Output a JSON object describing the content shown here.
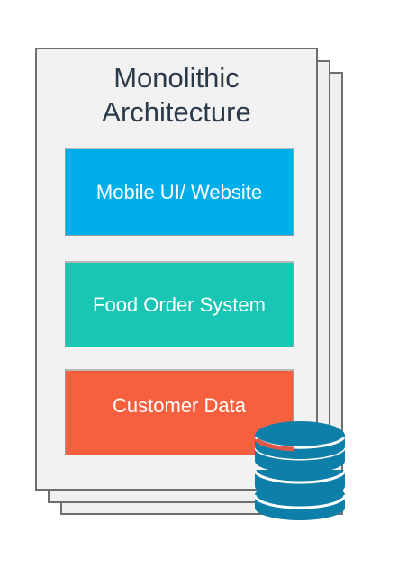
{
  "diagram": {
    "title_line1": "Monolithic",
    "title_line2": "Architecture",
    "blocks": [
      {
        "label": "Mobile UI/ Website",
        "color": "#00aeea"
      },
      {
        "label": "Food Order System",
        "color": "#19c6b3"
      },
      {
        "label": "Customer Data",
        "color": "#f7603f"
      }
    ],
    "database_icon": "database-icon",
    "database_colors": {
      "primary": "#0e7fa8",
      "accent": "#e0584a"
    }
  }
}
